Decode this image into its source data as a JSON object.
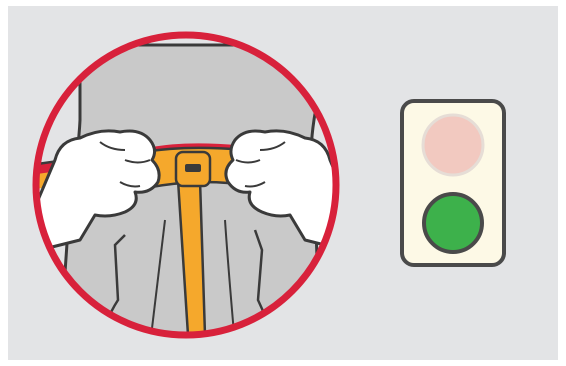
{
  "illustration": {
    "subject": "hands-fastening-waist-belt-buckle",
    "frame_color": "#d8213b",
    "background_color": "#e3e4e6",
    "garment_color": "#c9c9c9",
    "belt_color": "#f5a82c",
    "glove_color": "#ffffff",
    "outline_color": "#3a3a3a"
  },
  "traffic_light": {
    "housing_color": "#fdf9e6",
    "housing_outline": "#4a4a4a",
    "lamps": [
      {
        "name": "red",
        "lit": false,
        "color": "#f2c9c0"
      },
      {
        "name": "green",
        "lit": true,
        "color": "#3db14b"
      }
    ]
  }
}
